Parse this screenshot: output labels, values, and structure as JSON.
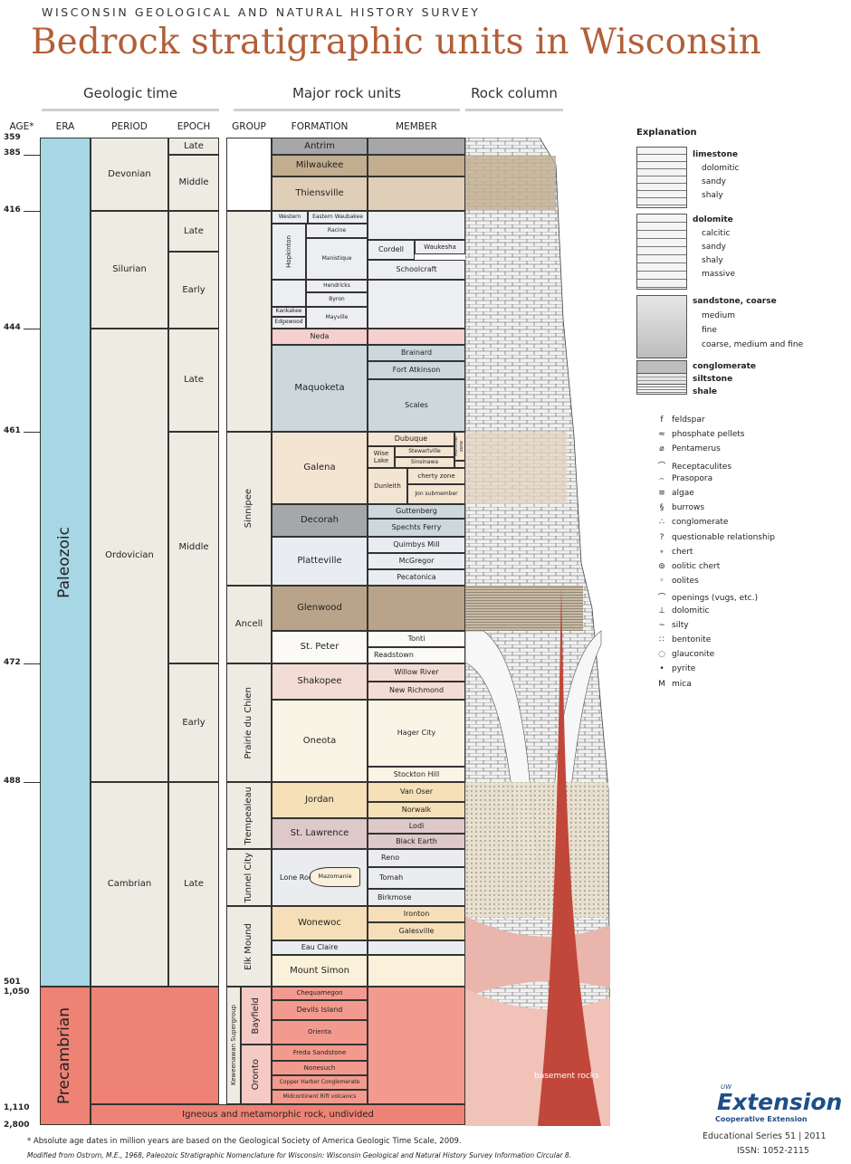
{
  "header": {
    "agency": "WISCONSIN GEOLOGICAL AND NATURAL HISTORY SURVEY",
    "title": "Bedrock stratigraphic units in Wisconsin"
  },
  "sections": {
    "geologic_time": "Geologic time",
    "major_rock_units": "Major rock units",
    "rock_column": "Rock column"
  },
  "columns": {
    "age": "AGE*",
    "era": "ERA",
    "period": "PERIOD",
    "epoch": "EPOCH",
    "group": "GROUP",
    "formation": "FORMATION",
    "member": "MEMBER"
  },
  "ages": [
    "359",
    "385",
    "416",
    "444",
    "461",
    "472",
    "488",
    "501",
    "1,050",
    "1,110",
    "2,800"
  ],
  "eras": {
    "paleozoic": "Paleozoic",
    "precambrian": "Precambrian"
  },
  "periods": {
    "devonian": "Devonian",
    "silurian": "Silurian",
    "ordovician": "Ordovician",
    "cambrian": "Cambrian"
  },
  "epochs": {
    "late": "Late",
    "middle": "Middle",
    "early": "Early"
  },
  "groups": {
    "hopkinton": "Hopkinton",
    "sinnipee": "Sinnipee",
    "ancell": "Ancell",
    "prairie_du_chien": "Prairie du Chien",
    "trempealeau": "Trempealeau",
    "tunnel_city": "Tunnel City",
    "elk_mound": "Elk Mound",
    "keweenawan": "Keweenawan Supergroup",
    "bayfield": "Bayfield",
    "oronto": "Oronto"
  },
  "formations": {
    "antrim": "Antrim",
    "milwaukee": "Milwaukee",
    "thiensville": "Thiensville",
    "western": "Western",
    "eastern": "Eastern Waubakee",
    "racine": "Racine",
    "manistique": "Manistique",
    "hendricks": "Hendricks",
    "byron": "Byron",
    "kankakee": "Kankakee",
    "edgewood": "Edgewood",
    "mayville": "Mayville",
    "neda": "Neda",
    "maquoketa": "Maquoketa",
    "galena": "Galena",
    "decorah": "Decorah",
    "platteville": "Platteville",
    "glenwood": "Glenwood",
    "st_peter": "St. Peter",
    "shakopee": "Shakopee",
    "oneota": "Oneota",
    "jordan": "Jordan",
    "st_lawrence": "St. Lawrence",
    "lone_rock": "Lone Rock",
    "mazomanie": "Mazomanie",
    "wonewoc": "Wonewoc",
    "eau_claire": "Eau Claire",
    "mount_simon": "Mount Simon",
    "chequamegon": "Chequamegon",
    "devils_island": "Devils Island",
    "orienta": "Orienta",
    "freda": "Freda Sandstone",
    "nonesuch": "Nonesuch",
    "copper_harbor": "Copper Harbor Conglomerate",
    "midcontinent": "Midcontinent Rift volcanics",
    "igneous": "Igneous and metamorphic rock, undivided"
  },
  "members": {
    "cordell": "Cordell",
    "waukesha": "Waukesha",
    "schoolcraft": "Schoolcraft",
    "brainard": "Brainard",
    "fort_atkinson": "Fort Atkinson",
    "scales": "Scales",
    "dubuque": "Dubuque",
    "wise_lake": "Wise Lake",
    "stewartville": "Stewartville",
    "sinsinawa": "Sinsinawa",
    "mortimer": "Mortimer zone",
    "dunleith": "Dunleith",
    "cherty": "cherty zone",
    "jon": "Jon submember",
    "guttenberg": "Guttenberg",
    "spechts": "Spechts Ferry",
    "quimbys": "Quimbys Mill",
    "mcgregor": "McGregor",
    "pecatonica": "Pecatonica",
    "tonti": "Tonti",
    "readstown": "Readstown",
    "willow": "Willow River",
    "new_richmond": "New Richmond",
    "hager": "Hager City",
    "stockton": "Stockton Hill",
    "van_oser": "Van Oser",
    "norwalk": "Norwalk",
    "lodi": "Lodi",
    "black_earth": "Black Earth",
    "reno": "Reno",
    "tomah": "Tomah",
    "birkmose": "Birkmose",
    "ironton": "Ironton",
    "galesville": "Galesville"
  },
  "rock_column_label": "basement rocks",
  "explanation": {
    "title": "Explanation",
    "lithologies": [
      {
        "name": "limestone",
        "subs": [
          "dolomitic",
          "sandy",
          "shaly"
        ]
      },
      {
        "name": "dolomite",
        "subs": [
          "calcitic",
          "sandy",
          "shaly",
          "massive"
        ]
      },
      {
        "name": "sandstone, coarse",
        "subs": [
          "medium",
          "fine",
          "coarse, medium and fine"
        ]
      },
      {
        "name": "conglomerate",
        "subs": []
      },
      {
        "name": "siltstone",
        "subs": []
      },
      {
        "name": "shale",
        "subs": []
      }
    ],
    "symbols": [
      "feldspar",
      "phosphate pellets",
      "Pentamerus",
      "Receptaculites",
      "Prasopora",
      "algae",
      "burrows",
      "conglomerate",
      "questionable relationship",
      "chert",
      "oolitic chert",
      "oolites",
      "openings (vugs, etc.)",
      "dolomitic",
      "silty",
      "bentonite",
      "glauconite",
      "pyrite",
      "mica"
    ],
    "symbol_glyphs": [
      "f",
      "≈",
      "⌀",
      "⌒",
      "⌢",
      "≡",
      "§",
      "∴",
      "?",
      "∘",
      "⊚",
      "◦",
      "⌒",
      "⊥",
      "~",
      "∷",
      "◌",
      "•",
      "M"
    ]
  },
  "logo": {
    "main": "Extension",
    "uw": "UW",
    "sub": "Cooperative Extension"
  },
  "series": {
    "edu": "Educational Series 51  |  2011",
    "issn": "ISSN: 1052-2115"
  },
  "footnote": "* Absolute age dates in million years are based on the Geological Society of America Geologic Time Scale, 2009.",
  "citation": "Modified from Ostrom, M.E., 1968, Paleozoic Stratigraphic Nomenclature for Wisconsin: Wisconsin Geological and Natural History Survey Information Circular 8.",
  "colors": {
    "title": "#b25f38",
    "paleozoic": "#a7d6e4",
    "period": "#eeebe3",
    "precambrian": "#ee8274",
    "formation_tan": "#c2ad8f",
    "formation_grey": "#cdd8dc",
    "formation_light": "#f4e4d2",
    "pink": "#f5d0cf"
  }
}
